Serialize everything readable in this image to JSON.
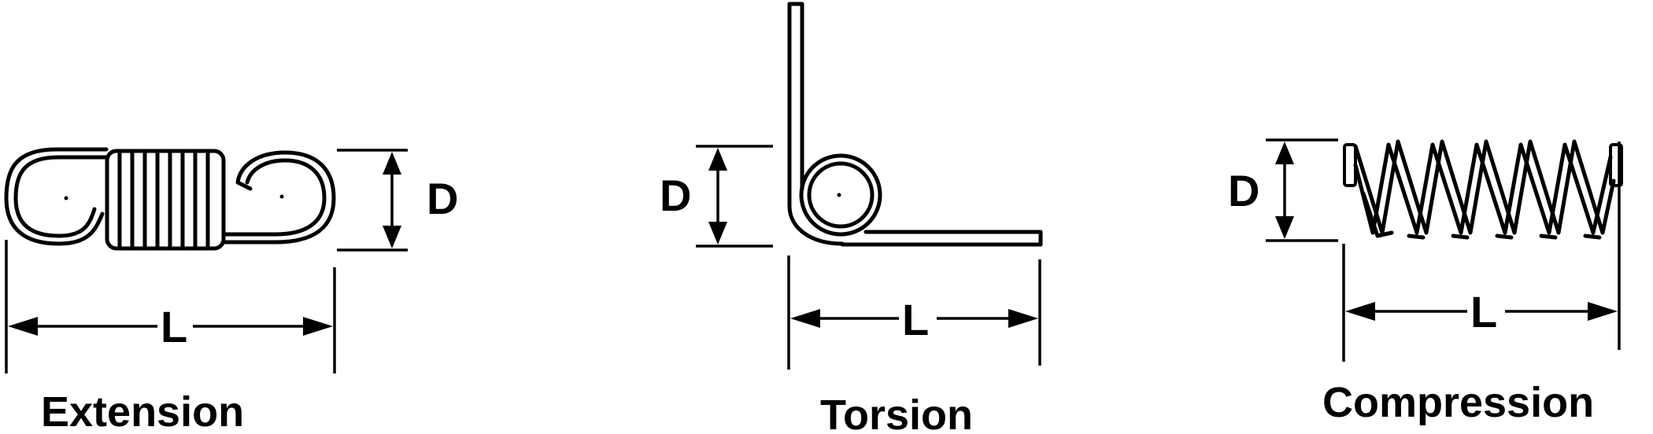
{
  "springs": {
    "extension": {
      "title": "Extension",
      "d_label": "D",
      "l_label": "L"
    },
    "torsion": {
      "title": "Torsion",
      "d_label": "D",
      "l_label": "L"
    },
    "compression": {
      "title": "Compression",
      "d_label": "D",
      "l_label": "L"
    }
  }
}
